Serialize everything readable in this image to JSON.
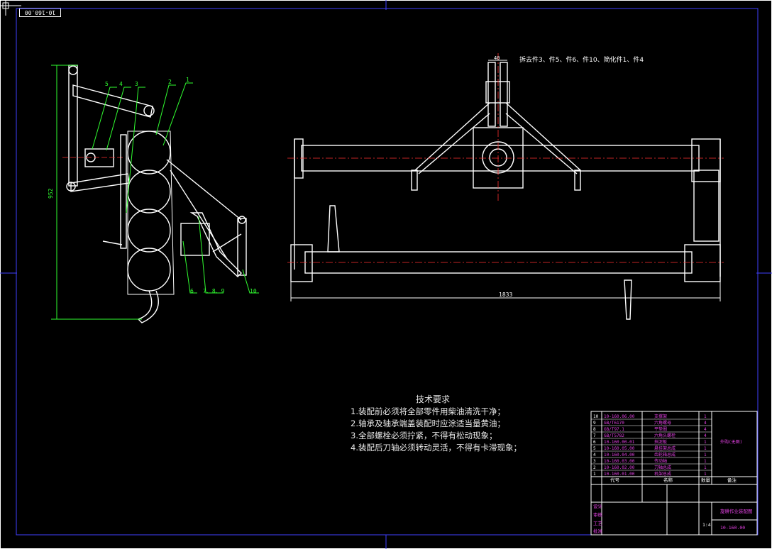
{
  "drawing_number": "10-160.00",
  "title_stamp": "10-160.00",
  "tech_requirements": {
    "title": "技术要求",
    "items": [
      "1.装配前必须将全部零件用柴油清洗干净；",
      "2.轴承及轴承端盖装配时应涂适当量黄油；",
      "3.全部螺栓必须拧紧，不得有松动现象；",
      "4.装配后刀轴必须转动灵活，不得有卡滞现象；"
    ]
  },
  "dimensions": {
    "overall_length": "1833",
    "height": "952",
    "hitch_width": "40"
  },
  "note_top": "拆去件3、件5、件6、件10、简化件1、件4",
  "balloons": {
    "side": [
      "5",
      "4",
      "3",
      "2",
      "1"
    ],
    "bottom": [
      "6",
      "7、8、9",
      "10"
    ]
  },
  "bom": {
    "rows": [
      {
        "no": "10",
        "code": "10-160.06.00",
        "name": "支撑架",
        "qty": "1",
        "note": ""
      },
      {
        "no": "9",
        "code": "GB/T6170",
        "name": "六角螺母",
        "qty": "4",
        "note": ""
      },
      {
        "no": "8",
        "code": "GB/T97.1",
        "name": "平垫圈",
        "qty": "4",
        "note": ""
      },
      {
        "no": "7",
        "code": "GB/T5782",
        "name": "六角头螺栓",
        "qty": "4",
        "note": ""
      },
      {
        "no": "6",
        "code": "10-160.00-01",
        "name": "挡泥板",
        "qty": "1",
        "note": "外购(无图)"
      },
      {
        "no": "5",
        "code": "10-160.05.00",
        "name": "悬挂架总成",
        "qty": "1",
        "note": ""
      },
      {
        "no": "4",
        "code": "10-160.04.00",
        "name": "齿轮箱总成",
        "qty": "1",
        "note": ""
      },
      {
        "no": "3",
        "code": "10-160.03.00",
        "name": "传动轴",
        "qty": "1",
        "note": ""
      },
      {
        "no": "2",
        "code": "10-160.02.00",
        "name": "刀轴总成",
        "qty": "1",
        "note": ""
      },
      {
        "no": "1",
        "code": "10-160.01.00",
        "name": "机架总成",
        "qty": "1",
        "note": ""
      }
    ],
    "header": {
      "code": "代号",
      "name": "名称",
      "qty": "数量",
      "note": "备注"
    },
    "title_name": "旋耕作业装配图",
    "title_code": "10-160.00",
    "sign_labels": [
      "设计",
      "审核",
      "工艺",
      "批准"
    ],
    "scale": "1:4"
  }
}
